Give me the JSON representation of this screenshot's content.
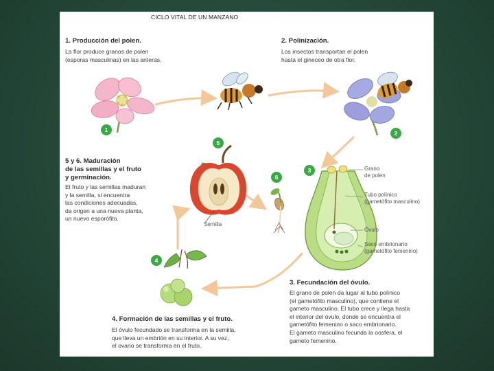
{
  "title": "CICLO VITAL DE UN MANZANO",
  "steps": {
    "s1": {
      "heading": "1. Producción del polen.",
      "lines": [
        "La flor produce granos de polen",
        "(esporas masculinas) en las anteras."
      ],
      "badge": "1"
    },
    "s2": {
      "heading": "2. Polinización.",
      "lines": [
        "Los insectos transportan el polen",
        "hasta el gineceo de otra flor."
      ],
      "badge": "2"
    },
    "s3": {
      "heading": "3. Fecundación del óvulo.",
      "lines": [
        "El grano de polen da lugar al tubo polínico",
        "(el gametófito masculino), que contiene el",
        "gameto masculino. El tubo crece y llega hasta",
        "el interior del óvulo, donde se encuentra el",
        "gametófito femenino o saco embrionario.",
        "El gameto masculino fecunda la oosfera, el",
        "gameto femenino."
      ],
      "badge": "3"
    },
    "s4": {
      "heading": "4. Formación de las semillas y el fruto.",
      "lines": [
        "El óvulo fecundado se transforma en la semilla,",
        "que lleva un embrión en su interior. A su vez,",
        "el ovario se transforma en el fruto."
      ],
      "badge": "4"
    },
    "s5": {
      "heading_lines": [
        "5 y 6. Maduración",
        "de las semillas y el fruto",
        "y germinación."
      ],
      "lines": [
        "El fruto y las semillas maduran",
        "y la semilla, si encuentra",
        "las condiciones adecuadas,",
        "da origen a una nueva planta,",
        "un nuevo esporófito."
      ],
      "badge": "5"
    },
    "s6": {
      "badge": "6"
    }
  },
  "labels": {
    "grano": [
      "Grano",
      "de polen"
    ],
    "tubo": [
      "Tubo polínico",
      "(gametófito masculino)"
    ],
    "ovulo": "Óvulo",
    "saco": [
      "Saco embrionario",
      "(gametófito femenino)"
    ],
    "semilla": "Semilla"
  },
  "colors": {
    "background": "#234637",
    "badge": "#3aa845",
    "arrow": "#f2c79a",
    "pink_flower": "#f4b6cb",
    "blue_flower": "#9fa2dd",
    "apple": "#d9472f"
  }
}
